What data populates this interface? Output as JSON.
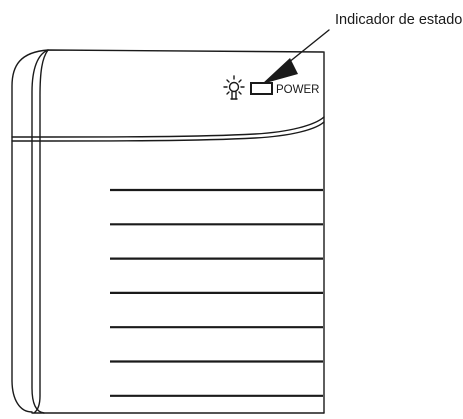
{
  "callout": {
    "label": "Indicador de estado"
  },
  "device": {
    "led_label": "POWER",
    "led_icon": "light-bulb-icon",
    "vent_count": 7
  }
}
